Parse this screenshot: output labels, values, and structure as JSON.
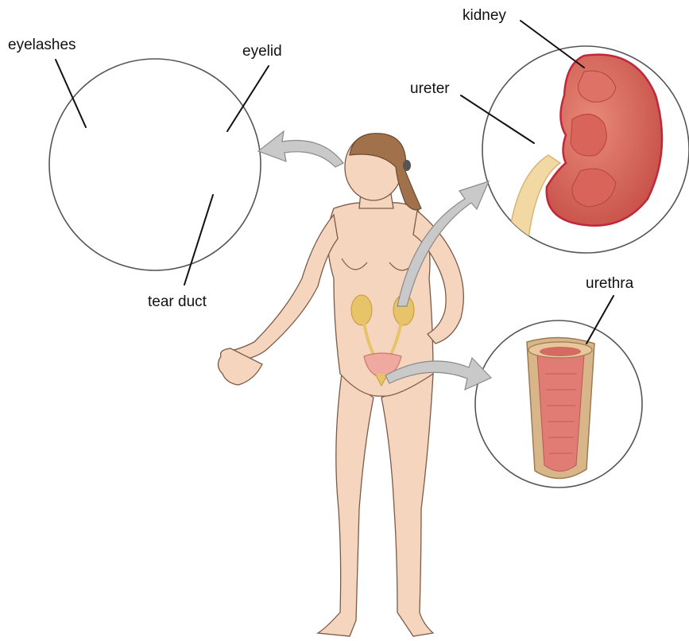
{
  "labels": {
    "eyelashes": "eyelashes",
    "eyelid": "eyelid",
    "tear_duct": "tear duct",
    "kidney": "kidney",
    "ureter": "ureter",
    "urethra": "urethra"
  },
  "colors": {
    "skin": "#f6d5bf",
    "skin_outline": "#7b5a48",
    "hair": "#a0714a",
    "iris": "#7f9a98",
    "kidney": "#d86a5c",
    "kidney_outline": "#c0283a",
    "ureter": "#f2d9a3",
    "urethra_wall": "#d9b58a",
    "urethra_lumen": "#e07c73",
    "organ_highlight": "#e7c46a",
    "arrow": "#c9c9c9"
  },
  "icons": {
    "eye_inset": "eye-closeup-icon",
    "kidney_inset": "kidney-icon",
    "urethra_inset": "urethra-cross-section-icon",
    "figure": "human-body-figure-icon"
  }
}
